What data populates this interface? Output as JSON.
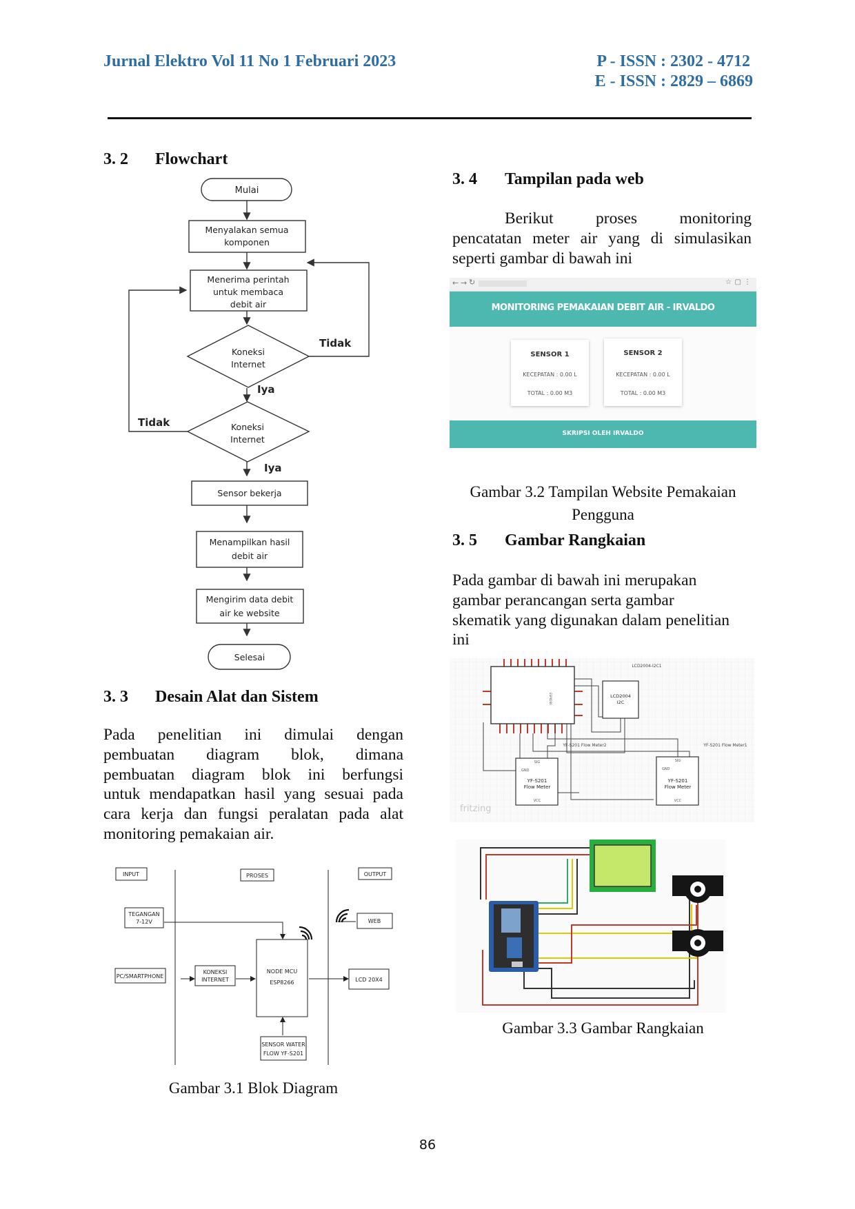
{
  "header": {
    "journal": "Jurnal Elektro Vol 11 No 1  Februari 2023",
    "p_issn": "P - ISSN : 2302 - 4712",
    "e_issn": "E - ISSN : 2829 – 6869"
  },
  "sec_3_2": {
    "num": "3. 2",
    "title": "Flowchart",
    "flow": {
      "start": "Mulai",
      "step1": [
        "Menyalakan semua",
        "komponen"
      ],
      "step2": [
        "Menerima perintah",
        "untuk membaca",
        "debit air"
      ],
      "dec1": [
        "Koneksi",
        "Internet"
      ],
      "dec2": [
        "Koneksi",
        "Internet"
      ],
      "no1": "Tidak",
      "no2": "Tidak",
      "yes1": "Iya",
      "yes2": "Iya",
      "step3": "Sensor bekerja",
      "step4": [
        "Menampilkan hasil",
        "debit air"
      ],
      "step5": [
        "Mengirim data debit",
        "air ke website"
      ],
      "end": "Selesai"
    }
  },
  "sec_3_3": {
    "num": "3. 3",
    "title": "Desain Alat dan Sistem",
    "para": [
      "Pada penelitian ini dimulai dengan",
      "pembuatan diagram blok, dimana",
      "pembuatan diagram blok ini berfungsi",
      "untuk mendapatkan hasil yang sesuai pada",
      "cara kerja dan fungsi peralatan pada alat",
      "monitoring pemakaian air."
    ],
    "block": {
      "input": "INPUT",
      "proses": "PROSES",
      "output": "OUTPUT",
      "tegangan": [
        "TEGANGAN",
        "7-12V"
      ],
      "pc": "PC/SMARTPHONE",
      "koneksi": [
        "KONEKSI",
        "INTERNET"
      ],
      "mcu": [
        "NODE MCU",
        "ESP8266"
      ],
      "sensor": [
        "SENSOR WATER",
        "FLOW YF-S201"
      ],
      "web": "WEB",
      "lcd": "LCD 20X4"
    },
    "caption": "Gambar 3.1 Blok Diagram"
  },
  "sec_3_4": {
    "num": "3. 4",
    "title": "Tampilan pada web",
    "para": [
      "Berikut proses monitoring",
      "pencatatan meter air yang di simulasikan",
      "seperti gambar di bawah ini"
    ],
    "web": {
      "banner": "MONITORING PEMAKAIAN DEBIT AIR - IRVALDO",
      "sensor1": {
        "title": "SENSOR 1",
        "speed": "KECEPATAN : 0.00 L",
        "total": "TOTAL : 0.00 M3"
      },
      "sensor2": {
        "title": "SENSOR 2",
        "speed": "KECEPATAN : 0.00 L",
        "total": "TOTAL : 0.00 M3"
      },
      "footer": "SKRIPSI OLEH IRVALDO",
      "bar_colour": "#4db8b0"
    },
    "caption": [
      "Gambar 3.2 Tampilan Website Pemakaian",
      "Pengguna"
    ]
  },
  "sec_3_5": {
    "num": "3. 5",
    "title": "Gambar Rangkaian",
    "para": [
      "Pada gambar di bawah ini merupakan",
      "gambar perancangan serta gambar",
      "skematik yang digunakan dalam penelitian",
      "ini"
    ],
    "schematic": {
      "lcd_title": "LCD2004-I2C1",
      "lcd_chip": [
        "LCD2004",
        "I2C"
      ],
      "fm2_label": "YF-S201 Flow Meter2",
      "fm1_label": "YF-S201 Flow Meter1",
      "fm_a": [
        "YF-S201",
        "Flow Meter"
      ],
      "fm_b": [
        "YF-S201",
        "Flow Meter"
      ],
      "sig": "SIG",
      "gnd": "GND",
      "vcc": "VCC",
      "watermark": "fritzing"
    },
    "caption": "Gambar 3.3 Gambar Rangkaian"
  },
  "page_number": "86"
}
